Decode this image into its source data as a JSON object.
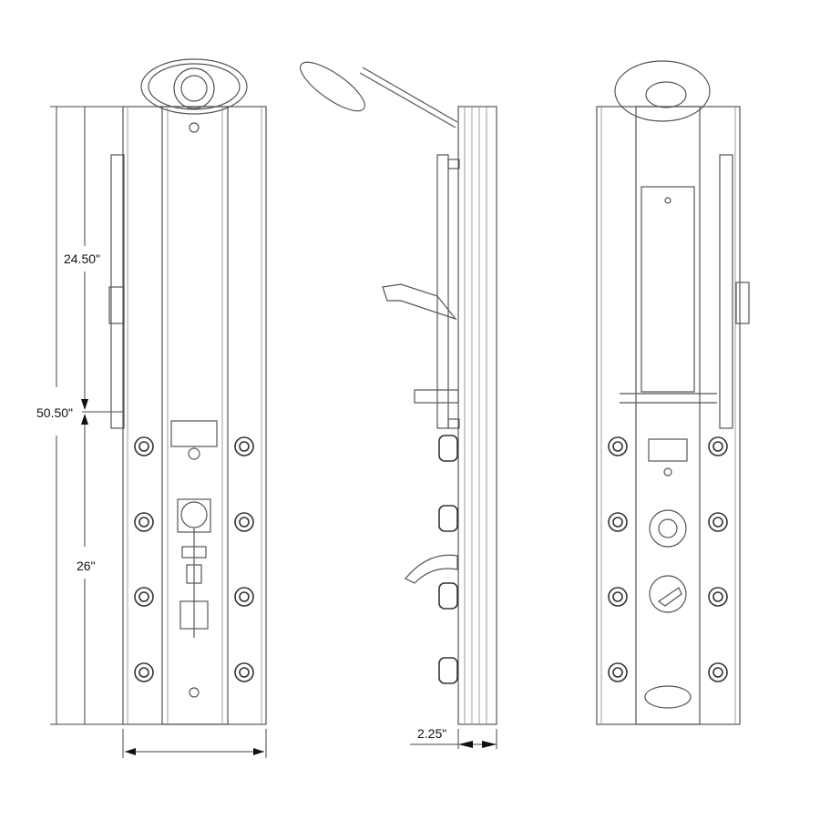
{
  "title": "Shower panel dimension drawing",
  "views": [
    "front-internal",
    "side",
    "front"
  ],
  "dimensions": {
    "upper_height": "24.50\"",
    "total_height": "50.50\"",
    "lower_height": "26\"",
    "depth": "2.25\""
  },
  "colors": {
    "line": "#555555",
    "background": "#ffffff"
  }
}
